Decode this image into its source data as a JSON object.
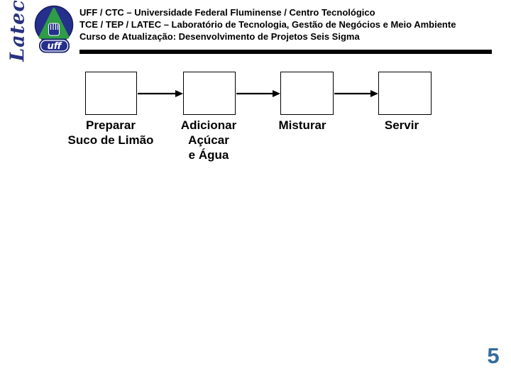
{
  "slide": {
    "logo": {
      "latec_text": "Latec",
      "uff_badge_text": "uff"
    },
    "header": {
      "line1": "UFF / CTC – Universidade Federal Fluminense / Centro Tecnológico",
      "line2": "TCE / TEP / LATEC – Laboratório de Tecnologia, Gestão de Negócios e Meio Ambiente",
      "line3": "Curso de Atualização: Desenvolvimento de Projetos Seis Sigma"
    },
    "flowchart": {
      "type": "process-flow",
      "steps": [
        {
          "label": "Preparar\nSuco de Limão"
        },
        {
          "label": "Adicionar\nAçúcar\ne Água"
        },
        {
          "label": "Misturar"
        },
        {
          "label": "Servir"
        }
      ]
    },
    "page_number": "5",
    "colors": {
      "page_number_blue": "#336B9B",
      "logo_navy": "#252F8C",
      "logo_green": "#2F9C46",
      "header_text": "#000000",
      "separator": "#000000"
    }
  }
}
